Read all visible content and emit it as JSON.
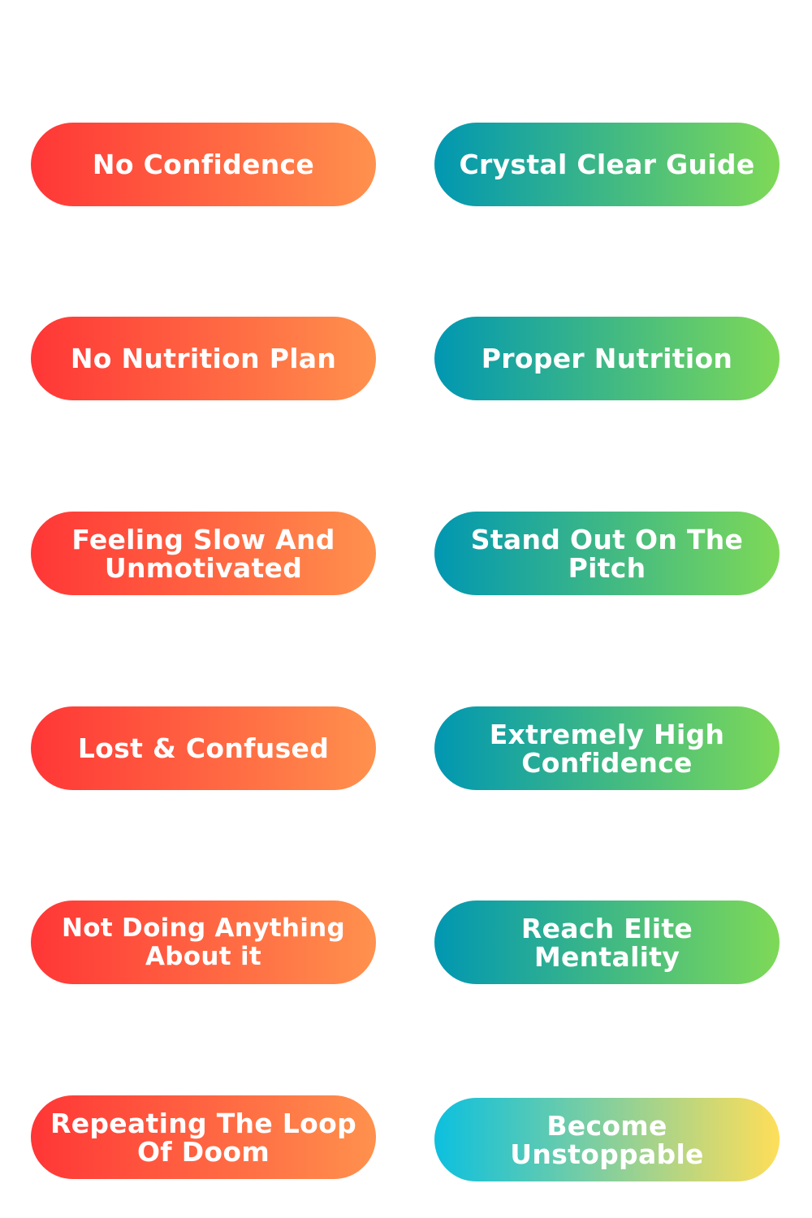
{
  "colors": {
    "problem_start": "#ff3636",
    "problem_end": "#ff914d",
    "solution_start": "#0097b2",
    "solution_end": "#7ed957",
    "final_start": "#0cc0df",
    "final_end": "#ffde59"
  },
  "problems": [
    {
      "label": "No Confidence"
    },
    {
      "label": "No Nutrition Plan"
    },
    {
      "label": "Feeling Slow And Unmotivated"
    },
    {
      "label": "Lost & Confused"
    },
    {
      "label": "Not Doing Anything About it"
    },
    {
      "label": "Repeating The Loop Of Doom"
    }
  ],
  "solutions": [
    {
      "label": "Crystal Clear Guide"
    },
    {
      "label": "Proper Nutrition"
    },
    {
      "label": "Stand Out On The Pitch"
    },
    {
      "label": "Extremely High Confidence"
    },
    {
      "label": "Reach Elite Mentality"
    },
    {
      "label": "Become Unstoppable"
    }
  ]
}
